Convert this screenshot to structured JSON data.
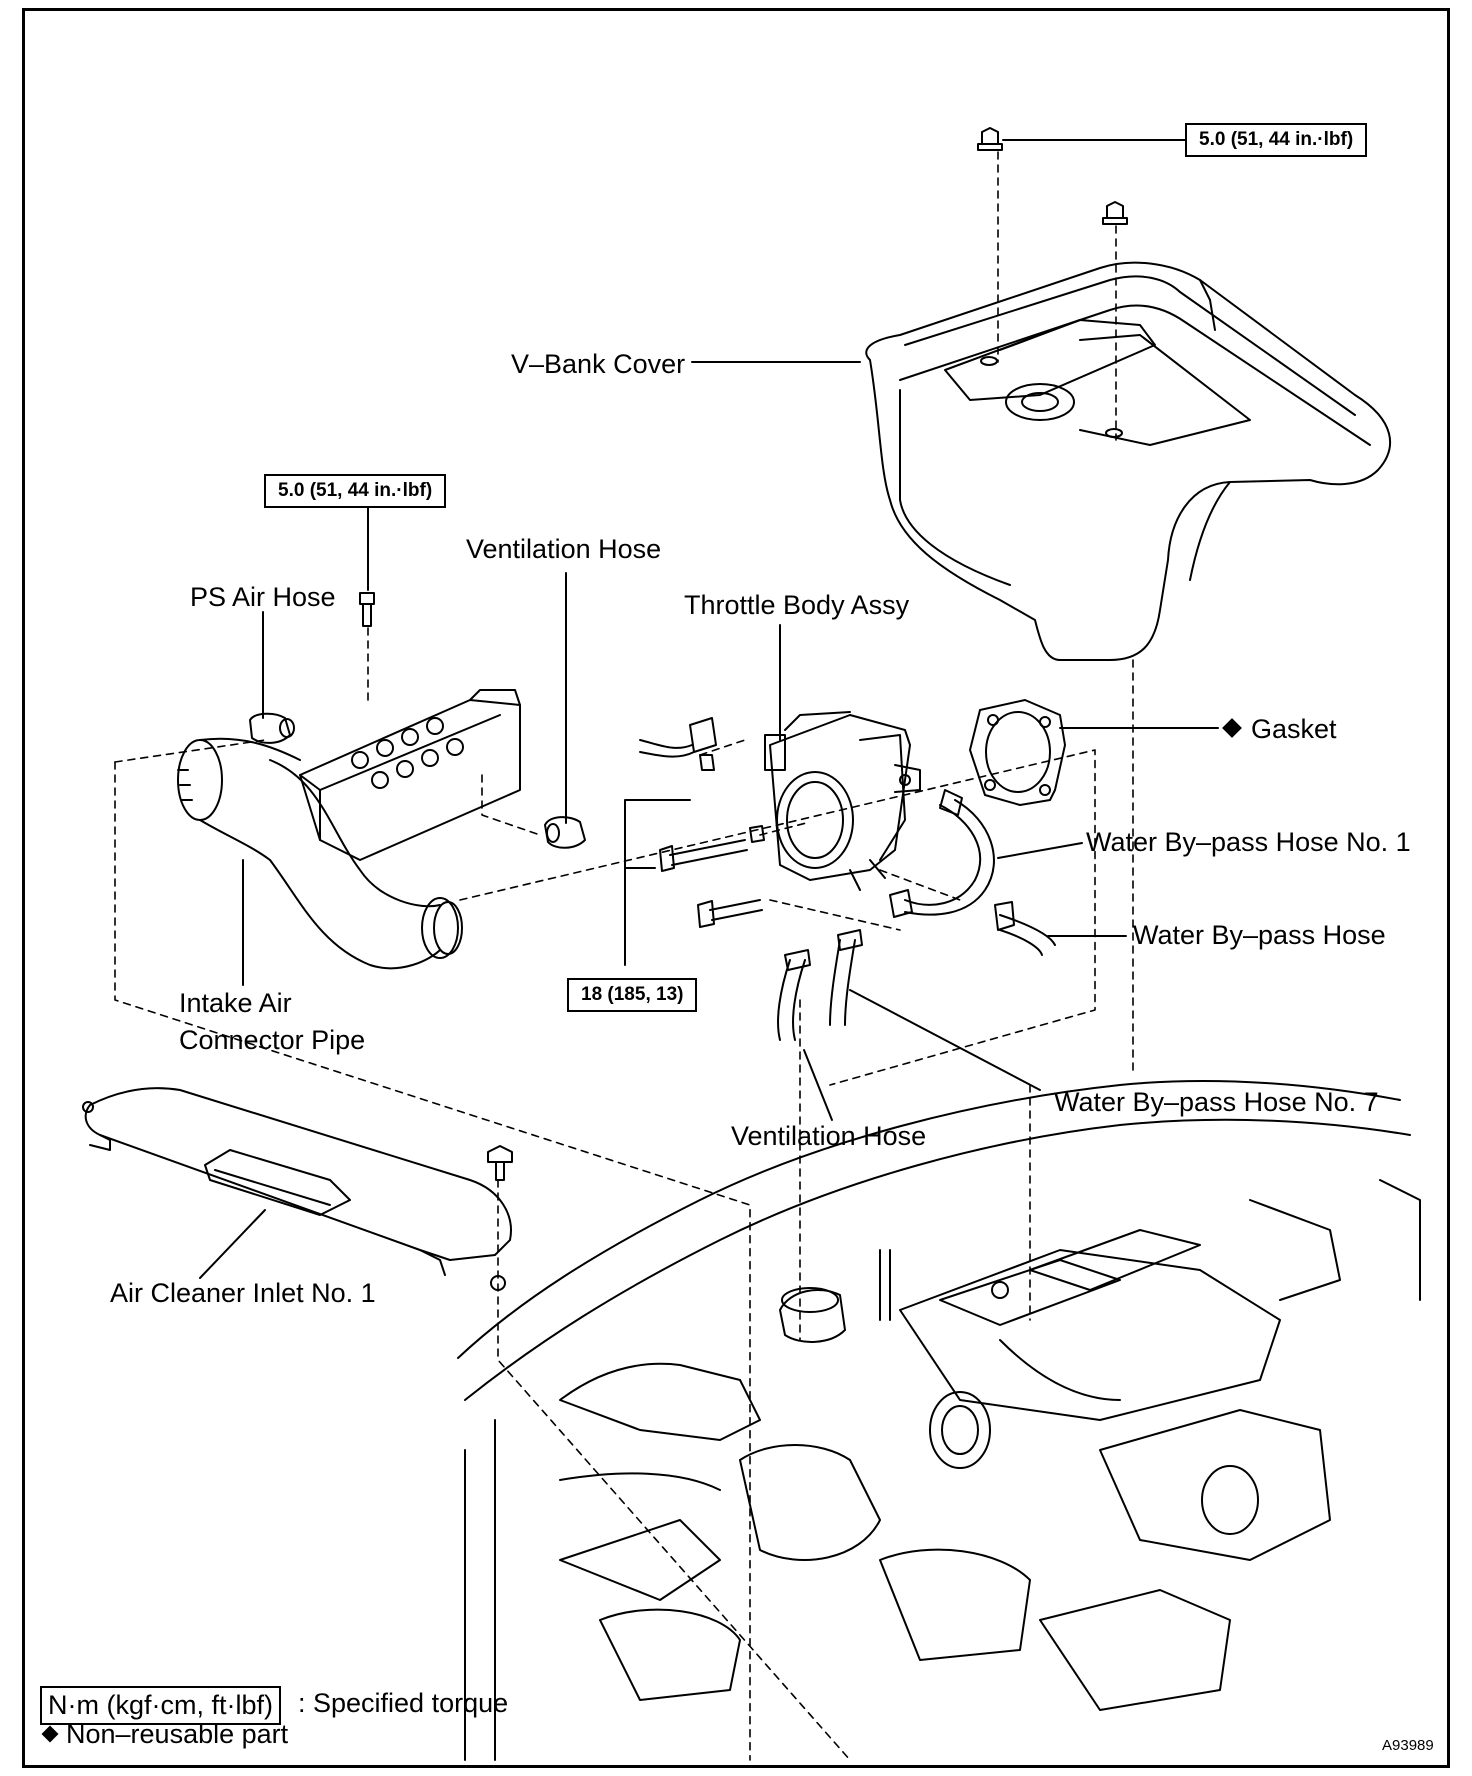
{
  "torque_boxes": {
    "vbank_nut": "5.0  (51, 44 in.·lbf)",
    "inlet_bolt": "5.0  (51, 44 in.·lbf)",
    "throttle_bolts": "18 (185, 13)"
  },
  "labels": {
    "vbank_cover": "V–Bank Cover",
    "ventilation_hose_top": "Ventilation Hose",
    "ps_air_hose": "PS Air Hose",
    "throttle_body_assy": "Throttle Body Assy",
    "gasket": "Gasket",
    "water_bypass_hose_no1": "Water By–pass Hose No. 1",
    "water_bypass_hose": "Water By–pass Hose",
    "intake_air_connector_pipe_line1": "Intake Air",
    "intake_air_connector_pipe_line2": "Connector Pipe",
    "water_bypass_hose_no7": "Water By–pass Hose No. 7",
    "ventilation_hose_bottom": "Ventilation Hose",
    "air_cleaner_inlet_no1": "Air Cleaner Inlet No. 1"
  },
  "legend": {
    "torque_unit": "N·m (kgf·cm, ft·lbf)",
    "torque_desc": ": Specified torque",
    "non_reusable": "Non–reusable part"
  },
  "figure_code": "A93989",
  "colors": {
    "line": "#000000",
    "background": "#ffffff"
  }
}
